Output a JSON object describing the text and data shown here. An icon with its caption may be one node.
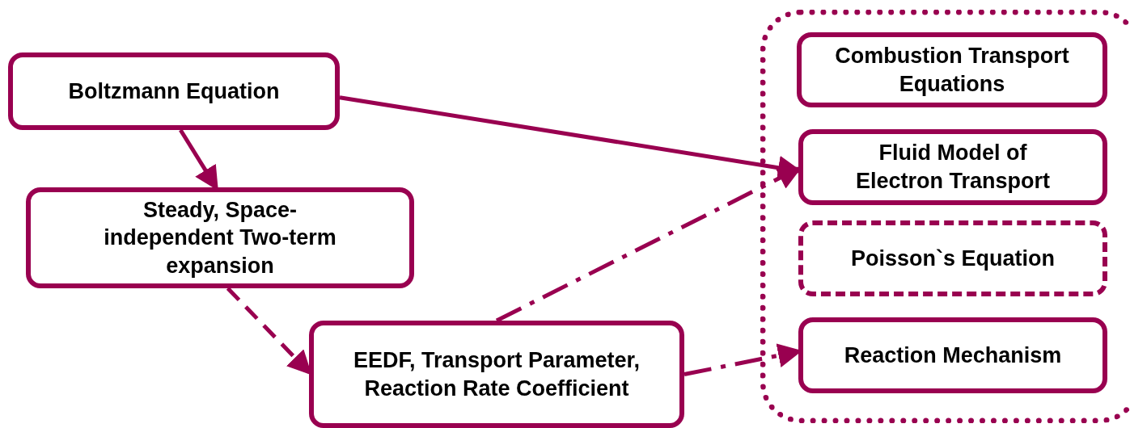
{
  "diagram": {
    "nodes": [
      {
        "text": [
          "Boltzmann Equation"
        ]
      },
      {
        "text": [
          "Steady, Space-independent Two-term expansion"
        ]
      },
      {
        "text": [
          "EEDF, Transport Parameter, Reaction Rate Coefficient"
        ]
      },
      {
        "text": [],
        "shape": "box"
      },
      {
        "text": [
          "Combustion Transport Equations"
        ],
        "in": 3
      },
      {
        "text": [
          "Fluid Model of Electron Transport"
        ],
        "in": 3
      },
      {
        "text": [
          "Poisson`s Equation"
        ],
        "in": 3
      },
      {
        "text": [
          "Reaction Mechanism"
        ],
        "in": 3
      }
    ],
    "edges": [
      {
        "from": 0,
        "to": 5,
        "arrow": "to"
      },
      {
        "from": 0,
        "to": 1,
        "arrow": "to"
      },
      {
        "from": 1,
        "to": 2,
        "arrow": "to",
        "style": "dashed"
      },
      {
        "from": 2,
        "to": 5,
        "arrow": "to",
        "style": "dashed"
      },
      {
        "from": 2,
        "to": 7,
        "arrow": "to",
        "style": "dashed"
      }
    ]
  }
}
